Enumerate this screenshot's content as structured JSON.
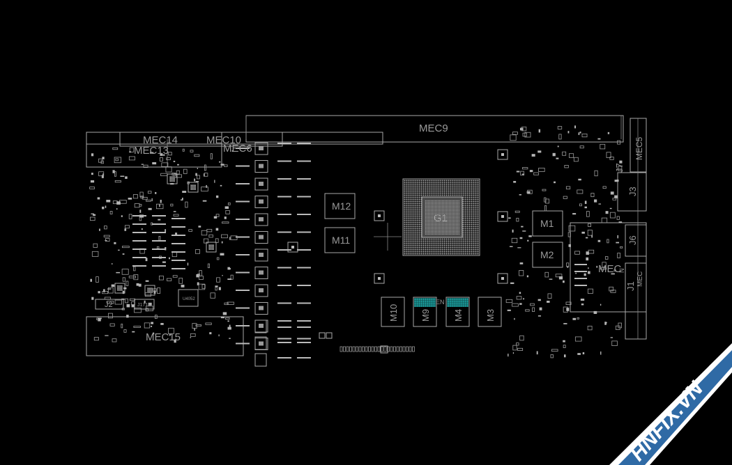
{
  "labels": {
    "mec9": "MEC9",
    "mec14": "MEC14",
    "mec10": "MEC10",
    "mec13": "MEC13",
    "mec6": "MEC6",
    "mec15": "MEC15",
    "mec5": "MEC5",
    "mec_right": "MEC",
    "mec_right2": "MEC",
    "g1": "G1",
    "m12": "M12",
    "m11": "M11",
    "m1": "M1",
    "m2": "M2",
    "m10": "M10",
    "m9": "M9",
    "m4": "M4",
    "m3": "M3",
    "j2": "J2",
    "j1718": "J1718",
    "u4052": "U4052",
    "j7": "J7",
    "j3": "J3",
    "j6": "J6",
    "j1": "J1",
    "n": "N",
    "en": "EN"
  },
  "watermark": {
    "text": "HNFIX.VN",
    "color": "#2f6aa5",
    "border_color": "#ffffff",
    "accent_color": "#d9262e"
  },
  "colors": {
    "background": "#000000",
    "outline": "#a8a8a8",
    "highlight_pad": "#1aa6a6"
  }
}
